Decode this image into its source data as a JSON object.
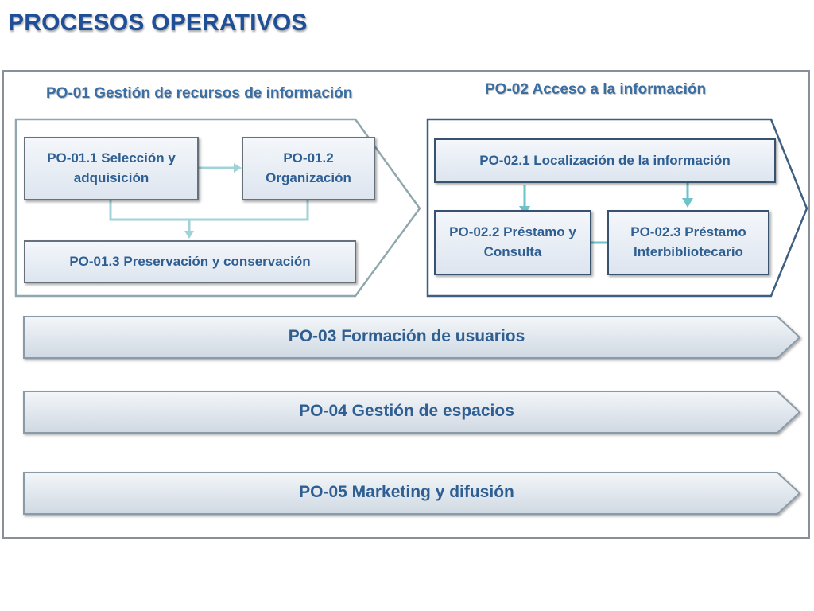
{
  "title": "PROCESOS OPERATIVOS",
  "po01": {
    "title": "PO-01 Gestión de recursos de información",
    "sub1": "PO-01.1 Selección y adquisición",
    "sub2": "PO-01.2 Organización",
    "sub3": "PO-01.3 Preservación y conservación"
  },
  "po02": {
    "title": "PO-02 Acceso a la información",
    "sub1": "PO-02.1 Localización de la información",
    "sub2": "PO-02.2 Préstamo y Consulta",
    "sub3": "PO-02.3 Préstamo Interbibliotecario"
  },
  "po03": {
    "label": "PO-03 Formación de usuarios"
  },
  "po04": {
    "label": "PO-04 Gestión de espacios"
  },
  "po05": {
    "label": "PO-05 Marketing y difusión"
  },
  "colors": {
    "title": "#1f4f96",
    "group_title": "#3b6ea3",
    "box_text": "#2f5f92",
    "connector": "#9fd3d8"
  }
}
